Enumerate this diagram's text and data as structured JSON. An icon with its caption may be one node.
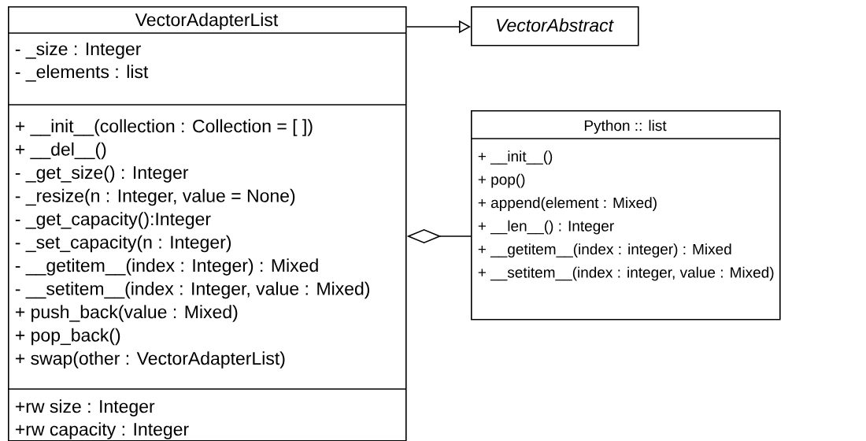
{
  "diagram": {
    "nodes": [
      {
        "text": [
          "VectorAdapterList",
          "- _size : Integer",
          "- _elements : list",
          "+ __init__(collection : Collection = [ ])",
          "+ __del__()",
          "- _get_size() : Integer",
          "- _resize(n : Integer, value = None)",
          "- _get_capacity():Integer",
          "- _set_capacity(n : Integer)",
          "- __getitem__(index : Integer) : Mixed",
          "- __setitem__(index : Integer, value : Mixed)",
          "+ push_back(value : Mixed)",
          "+ pop_back()",
          "+ swap(other : VectorAdapterList)",
          "+rw size : Integer",
          "+rw capacity : Integer"
        ]
      },
      {
        "text": [
          "VectorAbstract"
        ]
      },
      {
        "text": [
          "Python :: list",
          "+ __init__()",
          "+ pop()",
          "+ append(element : Mixed)",
          "+ __len__() : Integer",
          "+ __getitem__(index : integer) : Mixed",
          "+ __setitem__(index : integer, value : Mixed)"
        ]
      }
    ],
    "edges": [
      {
        "from": 0,
        "to": 1,
        "arrow": "to"
      },
      {
        "from": 2,
        "to": 0,
        "arrow": "other"
      }
    ]
  }
}
